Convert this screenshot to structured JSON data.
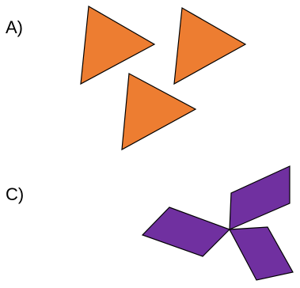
{
  "options": [
    {
      "label": "A)",
      "shape": "triangle",
      "count": 3
    },
    {
      "label": "C)",
      "shape": "rhombus",
      "count": 3
    }
  ],
  "colors": {
    "triangle_fill": "#ED7D31",
    "rhombus_fill": "#7030A0",
    "stroke": "#000000"
  }
}
